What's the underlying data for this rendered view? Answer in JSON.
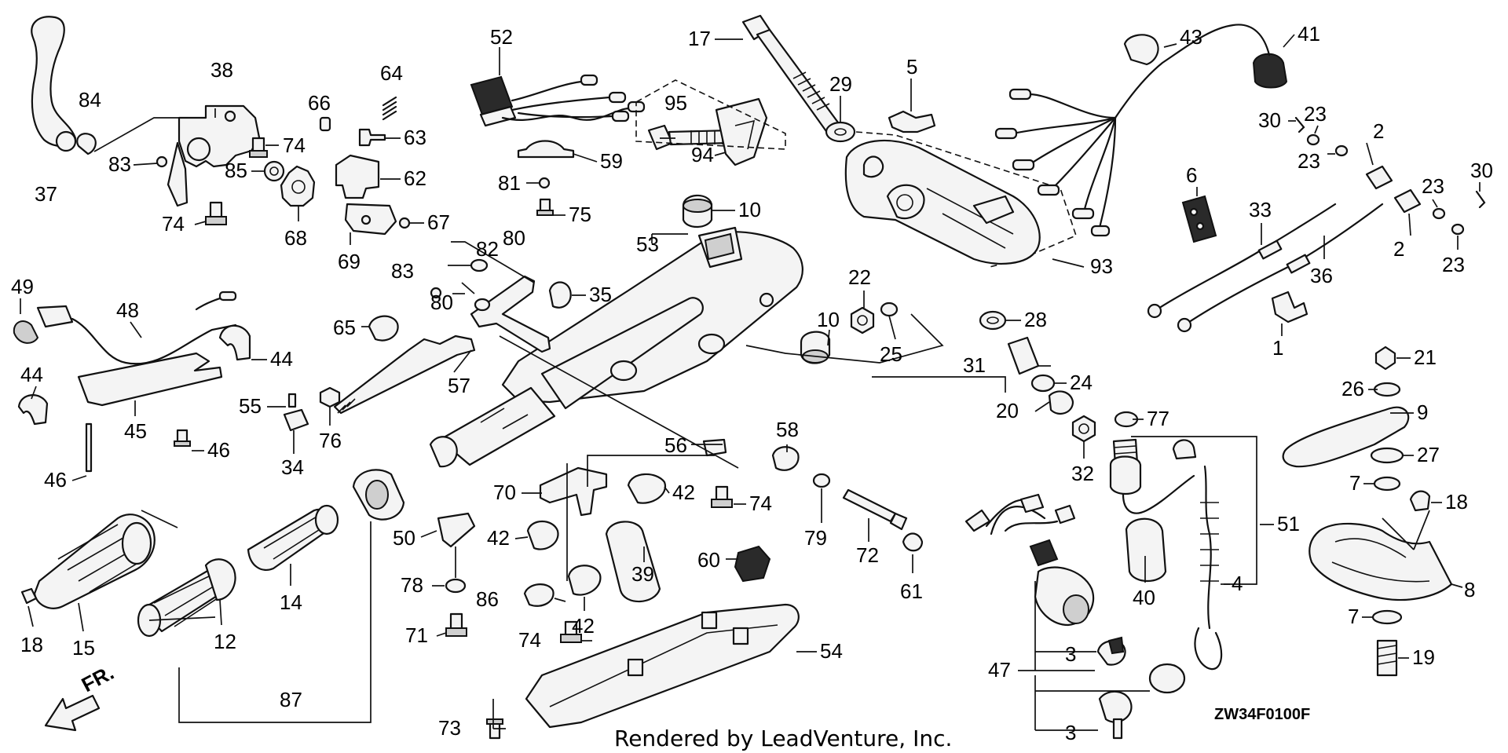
{
  "diagram": {
    "diagram_code": "ZW34F0100F",
    "credit": "Rendered by LeadVenture, Inc.",
    "direction_label": "FR.",
    "callouts": [
      {
        "id": "n1",
        "label": "1"
      },
      {
        "id": "n2a",
        "label": "2"
      },
      {
        "id": "n2b",
        "label": "2"
      },
      {
        "id": "n3a",
        "label": "3"
      },
      {
        "id": "n3b",
        "label": "3"
      },
      {
        "id": "n4",
        "label": "4"
      },
      {
        "id": "n5",
        "label": "5"
      },
      {
        "id": "n6",
        "label": "6"
      },
      {
        "id": "n7a",
        "label": "7"
      },
      {
        "id": "n7b",
        "label": "7"
      },
      {
        "id": "n8",
        "label": "8"
      },
      {
        "id": "n9",
        "label": "9"
      },
      {
        "id": "n10a",
        "label": "10"
      },
      {
        "id": "n10b",
        "label": "10"
      },
      {
        "id": "n12",
        "label": "12"
      },
      {
        "id": "n14",
        "label": "14"
      },
      {
        "id": "n15",
        "label": "15"
      },
      {
        "id": "n17",
        "label": "17"
      },
      {
        "id": "n18a",
        "label": "18"
      },
      {
        "id": "n18b",
        "label": "18"
      },
      {
        "id": "n19",
        "label": "19"
      },
      {
        "id": "n20",
        "label": "20"
      },
      {
        "id": "n21",
        "label": "21"
      },
      {
        "id": "n22",
        "label": "22"
      },
      {
        "id": "n23a",
        "label": "23"
      },
      {
        "id": "n23b",
        "label": "23"
      },
      {
        "id": "n23c",
        "label": "23"
      },
      {
        "id": "n23d",
        "label": "23"
      },
      {
        "id": "n24",
        "label": "24"
      },
      {
        "id": "n25",
        "label": "25"
      },
      {
        "id": "n26",
        "label": "26"
      },
      {
        "id": "n27",
        "label": "27"
      },
      {
        "id": "n28",
        "label": "28"
      },
      {
        "id": "n29",
        "label": "29"
      },
      {
        "id": "n30a",
        "label": "30"
      },
      {
        "id": "n30b",
        "label": "30"
      },
      {
        "id": "n31",
        "label": "31"
      },
      {
        "id": "n32",
        "label": "32"
      },
      {
        "id": "n33",
        "label": "33"
      },
      {
        "id": "n34",
        "label": "34"
      },
      {
        "id": "n35",
        "label": "35"
      },
      {
        "id": "n36",
        "label": "36"
      },
      {
        "id": "n37",
        "label": "37"
      },
      {
        "id": "n38",
        "label": "38"
      },
      {
        "id": "n39",
        "label": "39"
      },
      {
        "id": "n40",
        "label": "40"
      },
      {
        "id": "n41",
        "label": "41"
      },
      {
        "id": "n42a",
        "label": "42"
      },
      {
        "id": "n42b",
        "label": "42"
      },
      {
        "id": "n42c",
        "label": "42"
      },
      {
        "id": "n43",
        "label": "43"
      },
      {
        "id": "n44a",
        "label": "44"
      },
      {
        "id": "n44b",
        "label": "44"
      },
      {
        "id": "n45",
        "label": "45"
      },
      {
        "id": "n46a",
        "label": "46"
      },
      {
        "id": "n46b",
        "label": "46"
      },
      {
        "id": "n47",
        "label": "47"
      },
      {
        "id": "n48",
        "label": "48"
      },
      {
        "id": "n49",
        "label": "49"
      },
      {
        "id": "n50",
        "label": "50"
      },
      {
        "id": "n51",
        "label": "51"
      },
      {
        "id": "n52",
        "label": "52"
      },
      {
        "id": "n53",
        "label": "53"
      },
      {
        "id": "n54",
        "label": "54"
      },
      {
        "id": "n55",
        "label": "55"
      },
      {
        "id": "n56",
        "label": "56"
      },
      {
        "id": "n57",
        "label": "57"
      },
      {
        "id": "n58",
        "label": "58"
      },
      {
        "id": "n59",
        "label": "59"
      },
      {
        "id": "n60",
        "label": "60"
      },
      {
        "id": "n61",
        "label": "61"
      },
      {
        "id": "n62",
        "label": "62"
      },
      {
        "id": "n63",
        "label": "63"
      },
      {
        "id": "n64",
        "label": "64"
      },
      {
        "id": "n65",
        "label": "65"
      },
      {
        "id": "n66",
        "label": "66"
      },
      {
        "id": "n67",
        "label": "67"
      },
      {
        "id": "n68",
        "label": "68"
      },
      {
        "id": "n69",
        "label": "69"
      },
      {
        "id": "n70",
        "label": "70"
      },
      {
        "id": "n71",
        "label": "71"
      },
      {
        "id": "n72",
        "label": "72"
      },
      {
        "id": "n73",
        "label": "73"
      },
      {
        "id": "n74a",
        "label": "74"
      },
      {
        "id": "n74b",
        "label": "74"
      },
      {
        "id": "n74c",
        "label": "74"
      },
      {
        "id": "n74d",
        "label": "74"
      },
      {
        "id": "n75",
        "label": "75"
      },
      {
        "id": "n76",
        "label": "76"
      },
      {
        "id": "n77",
        "label": "77"
      },
      {
        "id": "n78",
        "label": "78"
      },
      {
        "id": "n79",
        "label": "79"
      },
      {
        "id": "n80a",
        "label": "80"
      },
      {
        "id": "n80b",
        "label": "80"
      },
      {
        "id": "n81",
        "label": "81"
      },
      {
        "id": "n82",
        "label": "82"
      },
      {
        "id": "n83a",
        "label": "83"
      },
      {
        "id": "n83b",
        "label": "83"
      },
      {
        "id": "n84",
        "label": "84"
      },
      {
        "id": "n85",
        "label": "85"
      },
      {
        "id": "n86",
        "label": "86"
      },
      {
        "id": "n87",
        "label": "87"
      },
      {
        "id": "n93",
        "label": "93"
      },
      {
        "id": "n94",
        "label": "94"
      },
      {
        "id": "n95",
        "label": "95"
      }
    ]
  }
}
